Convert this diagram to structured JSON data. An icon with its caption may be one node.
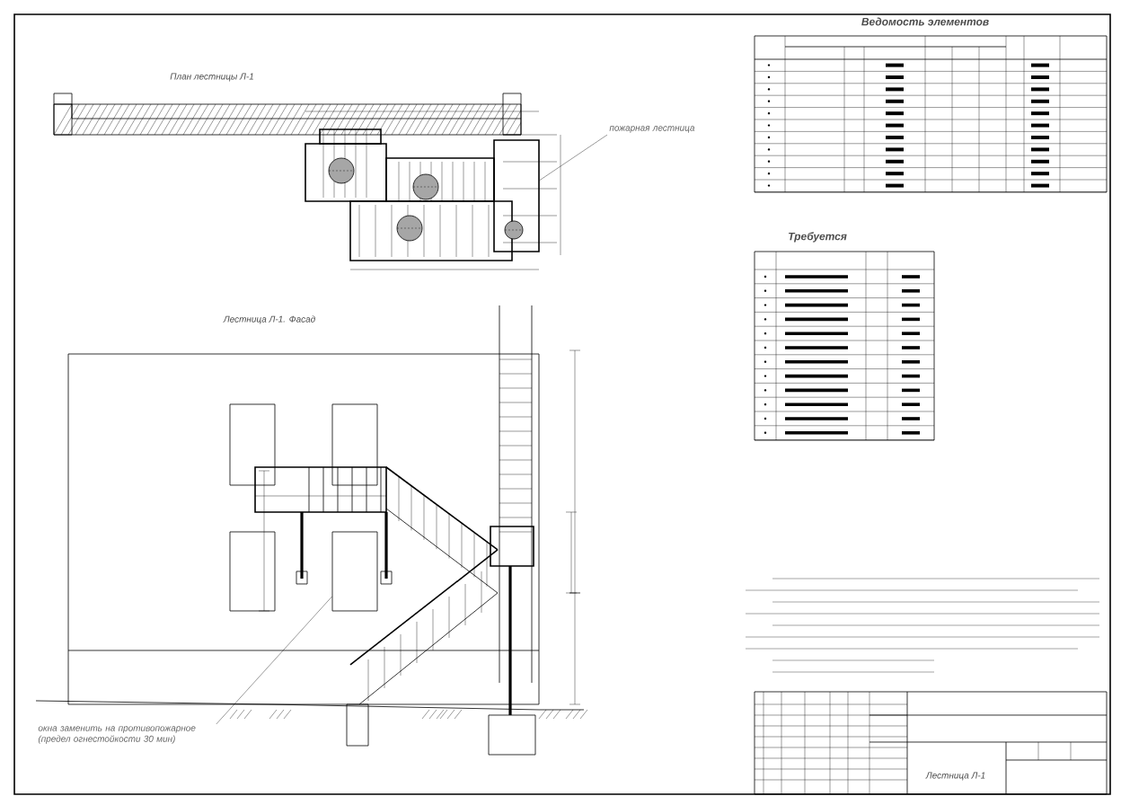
{
  "diagram": {
    "nodes": [
      {
        "text": [
          "пожарная лестница"
        ]
      },
      {
        "text": [],
        "shape": "box"
      },
      {
        "text": [
          "окна заменить на противопожарное (предел огнестойкости 30 мин)"
        ]
      },
      {
        "text": [],
        "shape": "box"
      }
    ],
    "edges": [
      {
        "from": 0,
        "to": 1,
        "arrow": "none"
      },
      {
        "from": 2,
        "to": 3,
        "arrow": "none"
      }
    ],
    "labels": [
      "План лестницы Л-1",
      "Лестница Л-1. Фасад",
      "Ведомость элементов",
      "Требуется",
      "Лестница Л-1"
    ]
  }
}
